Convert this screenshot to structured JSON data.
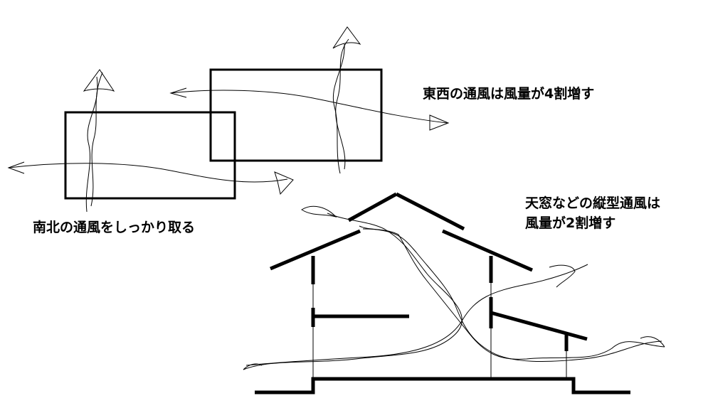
{
  "labels": {
    "east_west": "東西の通風は風量が4割増す",
    "north_south": "南北の通風をしっかり取る",
    "vertical_line1": "天窓などの縦型通風は",
    "vertical_line2": "風量が2割増す"
  },
  "colors": {
    "ink": "#000000",
    "background": "#ffffff"
  }
}
